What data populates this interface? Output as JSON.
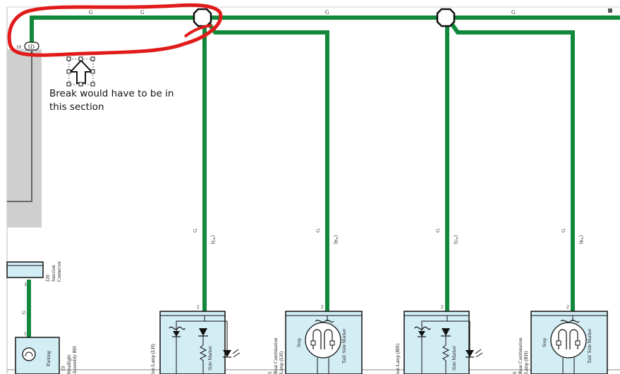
{
  "wire_color_code": "G",
  "wire_color_hex": "#12893a",
  "annotation": {
    "text": "Break would have to be in this section",
    "highlight_color": "#e11a1a",
    "arrow_icon": "up-arrow-icon"
  },
  "top_wire_labels": [
    "G",
    "G",
    "G",
    "G"
  ],
  "junction_pin": {
    "pin": "10",
    "connector": "1D"
  },
  "drops": [
    {
      "wire_label": "G",
      "option": "(*3)",
      "pin": "2"
    },
    {
      "wire_label": "G",
      "option": "(*4)",
      "pin": "2"
    },
    {
      "wire_label": "G",
      "option": "(*3)",
      "pin": "2"
    },
    {
      "wire_label": "G",
      "option": "(*4)",
      "pin": "2"
    }
  ],
  "junction_connector": {
    "name": "J20",
    "label1": "Junction",
    "label2": "Connector",
    "pin": "3"
  },
  "bottom_wire": {
    "label": "G",
    "pin": "1"
  },
  "headlight": {
    "code": "19",
    "line1": "Headlight",
    "line2": "Assembly RH",
    "bulb": "Parking"
  },
  "components": [
    {
      "side_label": "ion Lamp (LH)",
      "element": "Side Marker"
    },
    {
      "code": "5",
      "side_label1": "Rear Combination",
      "side_label2": "Lamp (LH)",
      "stop": "Stop",
      "tail": "Tail/ Side Marker"
    },
    {
      "side_label": "ion Lamp (RH)",
      "element": "Side Marker"
    },
    {
      "code": "6",
      "side_label1": "Rear Combination",
      "side_label2": "Lamp (RH)",
      "stop": "Stop",
      "tail": "Tail/ Side Marker"
    }
  ],
  "colors": {
    "box_fill": "#d3edf5",
    "panel_gray": "#cfcfcf"
  }
}
